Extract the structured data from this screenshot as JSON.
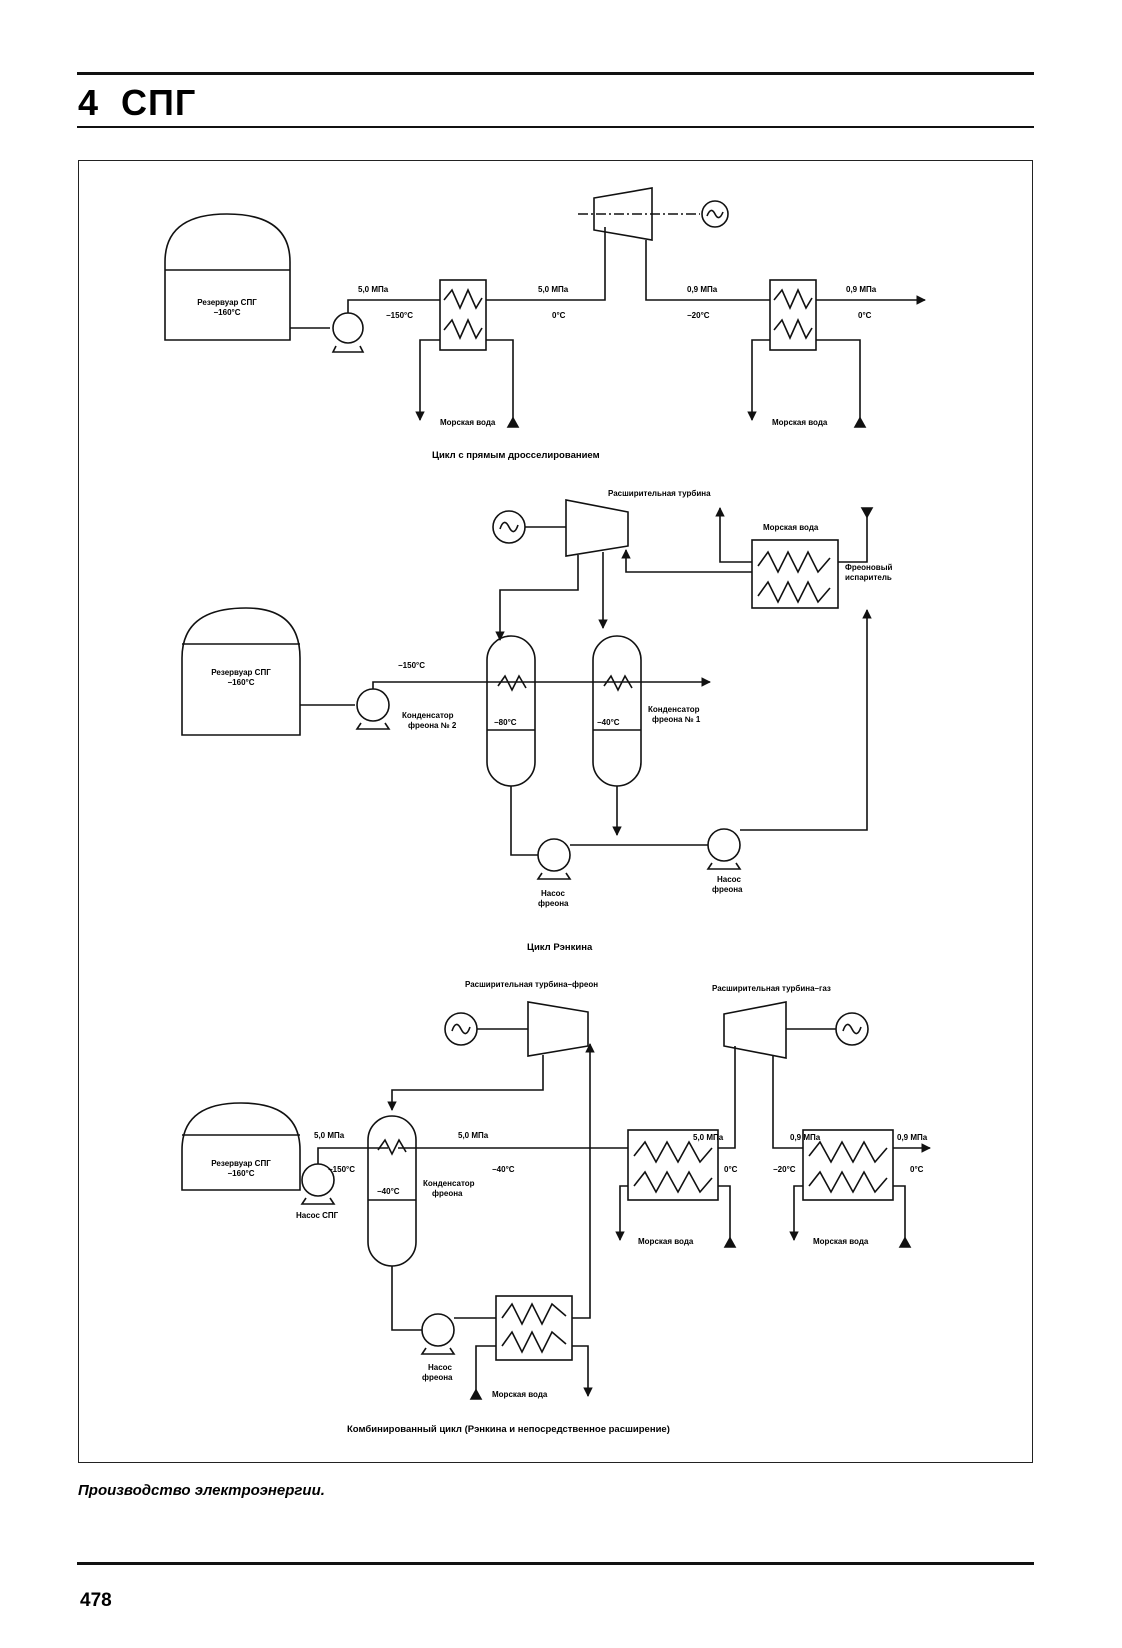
{
  "header": {
    "number": "4",
    "title": "СПГ"
  },
  "caption": "Производство электроэнергии.",
  "page_number": "478",
  "diagram1": {
    "tank": {
      "line1": "Резервуар СПГ",
      "line2": "−160°C"
    },
    "p1": "5,0 МПа",
    "t1": "−150°C",
    "p2": "5,0 МПа",
    "t2": "0°C",
    "p3": "0,9 МПа",
    "t3": "−20°C",
    "p4": "0,9 МПа",
    "t4": "0°C",
    "seawater_a": "Морская вода",
    "seawater_b": "Морская вода",
    "title": "Цикл с прямым дросселированием"
  },
  "diagram2": {
    "tank": {
      "line1": "Резервуар СПГ",
      "line2": "−160°C"
    },
    "turbine": "Расширительная турбина",
    "seawater": "Морская вода",
    "evaporator": {
      "line1": "Фреоновый",
      "line2": "испаритель"
    },
    "t_in": "−150°C",
    "cond2_temp": "−80°C",
    "cond1_temp": "−40°C",
    "cond2": {
      "line1": "Конденсатор",
      "line2": "фреона № 2"
    },
    "cond1": {
      "line1": "Конденсатор",
      "line2": "фреона № 1"
    },
    "pump_a": {
      "line1": "Насос",
      "line2": "фреона"
    },
    "pump_b": {
      "line1": "Насос",
      "line2": "фреона"
    },
    "title": "Цикл Рэнкина"
  },
  "diagram3": {
    "turbine_freon": "Расширительная турбина–фреон",
    "turbine_gas": "Расширительная турбина–газ",
    "tank": {
      "line1": "Резервуар СПГ",
      "line2": "−160°C"
    },
    "p1": "5,0 МПа",
    "t1": "−150°C",
    "cond_temp": "−40°C",
    "p2": "5,0 МПа",
    "t2": "−40°C",
    "cond": {
      "line1": "Конденсатор",
      "line2": "фреона"
    },
    "lng_pump": "Насос СПГ",
    "p3": "5,0 МПа",
    "t3": "0°C",
    "p4": "0,9 МПа",
    "t4": "−20°C",
    "p5": "0,9 МПа",
    "t5": "0°C",
    "seawater_a": "Морская вода",
    "seawater_b": "Морская вода",
    "seawater_c": "Морская вода",
    "freon_pump": {
      "line1": "Насос",
      "line2": "фреона"
    },
    "title": "Комбинированный цикл (Рэнкина и непосредственное расширение)"
  }
}
